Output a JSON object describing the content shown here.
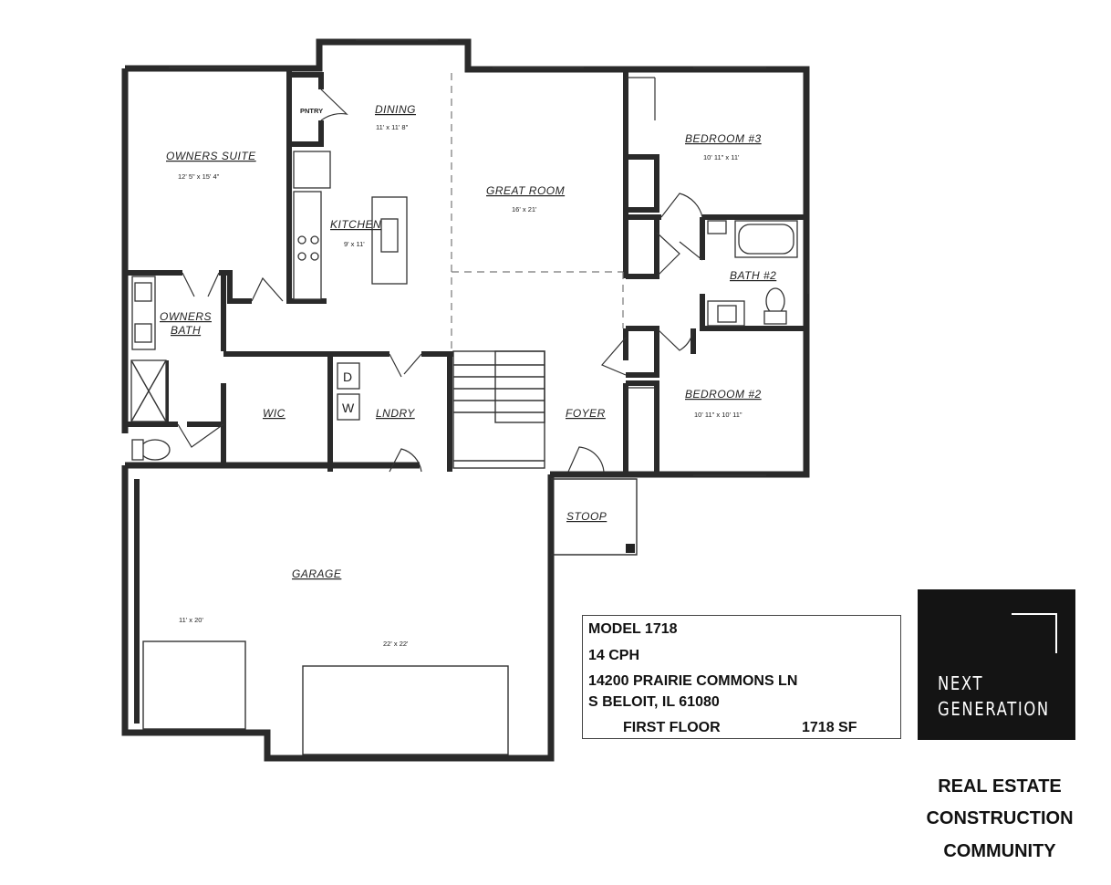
{
  "rooms": {
    "owners_suite": {
      "name": "OWNERS SUITE",
      "dims": "12' 5\" x 15' 4\""
    },
    "pantry": {
      "name": "PNTRY"
    },
    "dining": {
      "name": "DINING",
      "dims": "11' x 11' 8\""
    },
    "great_room": {
      "name": "GREAT ROOM",
      "dims": "16' x 21'"
    },
    "kitchen": {
      "name": "KITCHEN",
      "dims": "9' x 11'"
    },
    "bedroom3": {
      "name": "BEDROOM #3",
      "dims": "10' 11\" x 11'"
    },
    "bath2": {
      "name": "BATH #2"
    },
    "owners_bath_line1": {
      "name": "OWNERS"
    },
    "owners_bath_line2": {
      "name": "BATH"
    },
    "wic": {
      "name": "WIC"
    },
    "laundry": {
      "name": "LNDRY"
    },
    "foyer": {
      "name": "FOYER"
    },
    "bedroom2": {
      "name": "BEDROOM #2",
      "dims": "10' 11\" x 10' 11\""
    },
    "stoop": {
      "name": "STOOP"
    },
    "garage": {
      "name": "GARAGE",
      "dims_left": "11' x 20'",
      "dims_right": "22' x 22'"
    }
  },
  "appliances": {
    "dryer": "D",
    "washer": "W"
  },
  "info": {
    "model": "MODEL 1718",
    "code": "14 CPH",
    "address_line1": "14200 PRAIRIE COMMONS LN",
    "address_line2": "S BELOIT, IL  61080",
    "floor": "FIRST FLOOR",
    "square_feet": "1718 SF"
  },
  "logo": {
    "line1": "NEXT",
    "line2": "GENERATION"
  },
  "tagline": [
    "REAL ESTATE",
    "CONSTRUCTION",
    "COMMUNITY"
  ]
}
